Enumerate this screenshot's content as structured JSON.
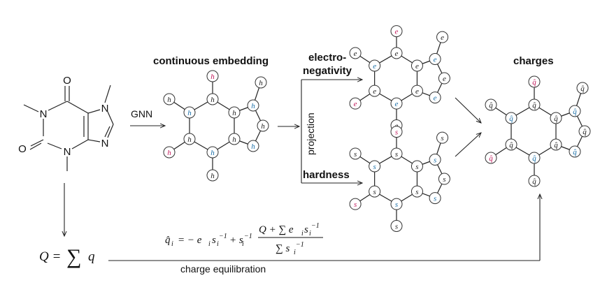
{
  "labels": {
    "continuous_embedding": "continuous embedding",
    "gnn": "GNN",
    "electronegativity_line1": "electro-",
    "electronegativity_line2": "negativity",
    "projection": "projection",
    "hardness": "hardness",
    "charges": "charges",
    "charge_equilibration": "charge equilibration"
  },
  "molecule": {
    "atom_O1": "O",
    "atom_O2": "O",
    "atom_N1": "N",
    "atom_N2": "N",
    "atom_N3": "N",
    "atom_N4": "N"
  },
  "equations": {
    "total_charge_lhs": "Q =",
    "total_charge_sum": "∑",
    "total_charge_rhs": "q",
    "qhat_lhs": "q̂",
    "qhat_sub": "i",
    "qhat_eq": "= − e",
    "qhat_term1_rest": "s",
    "qhat_plus": "+ s",
    "numerator": "Q + ∑ e",
    "numerator_s": "s",
    "denominator": "∑ s"
  },
  "graph_symbols": {
    "embedding": "h",
    "electronegativity": "e",
    "hardness": "s",
    "charge": "q̂"
  },
  "colors": {
    "oxygen_magenta": "#c2185b",
    "nitrogen_blue": "#1a6fa8",
    "node_black": "#222222"
  }
}
